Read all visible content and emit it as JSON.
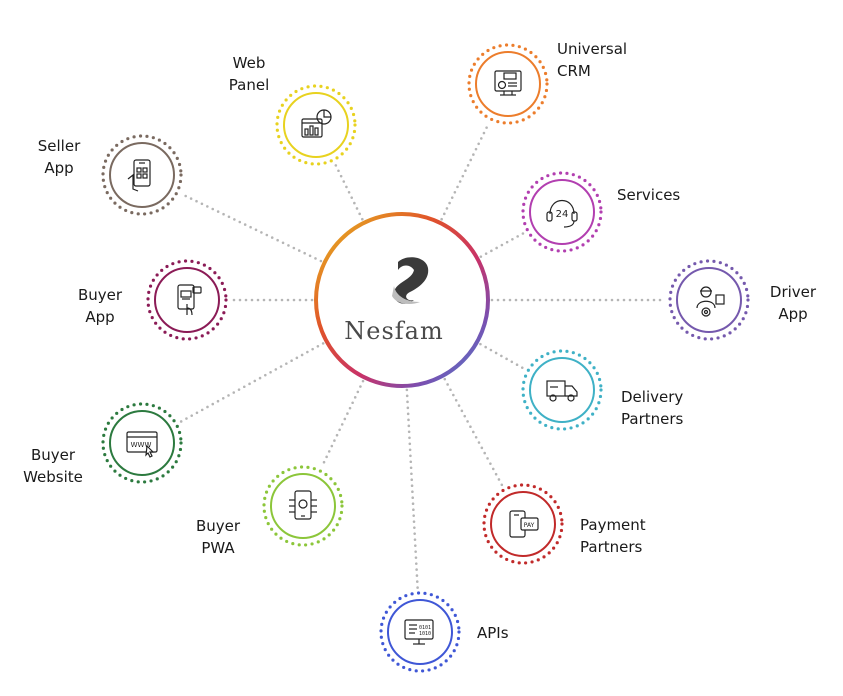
{
  "hub": {
    "logo_text": "Nesfam",
    "gradient": [
      "#e8c01e",
      "#e0522a",
      "#c83268",
      "#7a4fb0",
      "#3f8fd6"
    ]
  },
  "connector_color": "#b5b5b5",
  "nodes": [
    {
      "id": "universal-crm",
      "lines": [
        "Universal",
        "CRM"
      ],
      "color": "#ec7d2c",
      "icon": "crm-monitor-icon"
    },
    {
      "id": "web-panel",
      "lines": [
        "Web",
        "Panel"
      ],
      "color": "#e8d21f",
      "icon": "dashboard-chart-icon"
    },
    {
      "id": "seller-app",
      "lines": [
        "Seller",
        "App"
      ],
      "color": "#7a6a60",
      "icon": "mobile-store-icon"
    },
    {
      "id": "services",
      "lines": [
        "Services"
      ],
      "color": "#b23fb0",
      "icon": "headset-24-icon"
    },
    {
      "id": "buyer-app",
      "lines": [
        "Buyer",
        "App"
      ],
      "color": "#8b1b56",
      "icon": "mobile-touch-icon"
    },
    {
      "id": "driver-app",
      "lines": [
        "Driver",
        "App"
      ],
      "color": "#7559ad",
      "icon": "delivery-driver-icon"
    },
    {
      "id": "delivery-partners",
      "lines": [
        "Delivery",
        "Partners"
      ],
      "color": "#3fb1c6",
      "icon": "delivery-truck-icon"
    },
    {
      "id": "buyer-website",
      "lines": [
        "Buyer",
        "Website"
      ],
      "color": "#2c7a3f",
      "icon": "browser-www-icon"
    },
    {
      "id": "buyer-pwa",
      "lines": [
        "Buyer",
        "PWA"
      ],
      "color": "#8cc63a",
      "icon": "mobile-circuit-icon"
    },
    {
      "id": "payment-partners",
      "lines": [
        "Payment",
        "Partners"
      ],
      "color": "#c12a2a",
      "icon": "payment-card-icon"
    },
    {
      "id": "apis",
      "lines": [
        "APIs"
      ],
      "color": "#3f57d6",
      "icon": "api-code-monitor-icon"
    }
  ]
}
